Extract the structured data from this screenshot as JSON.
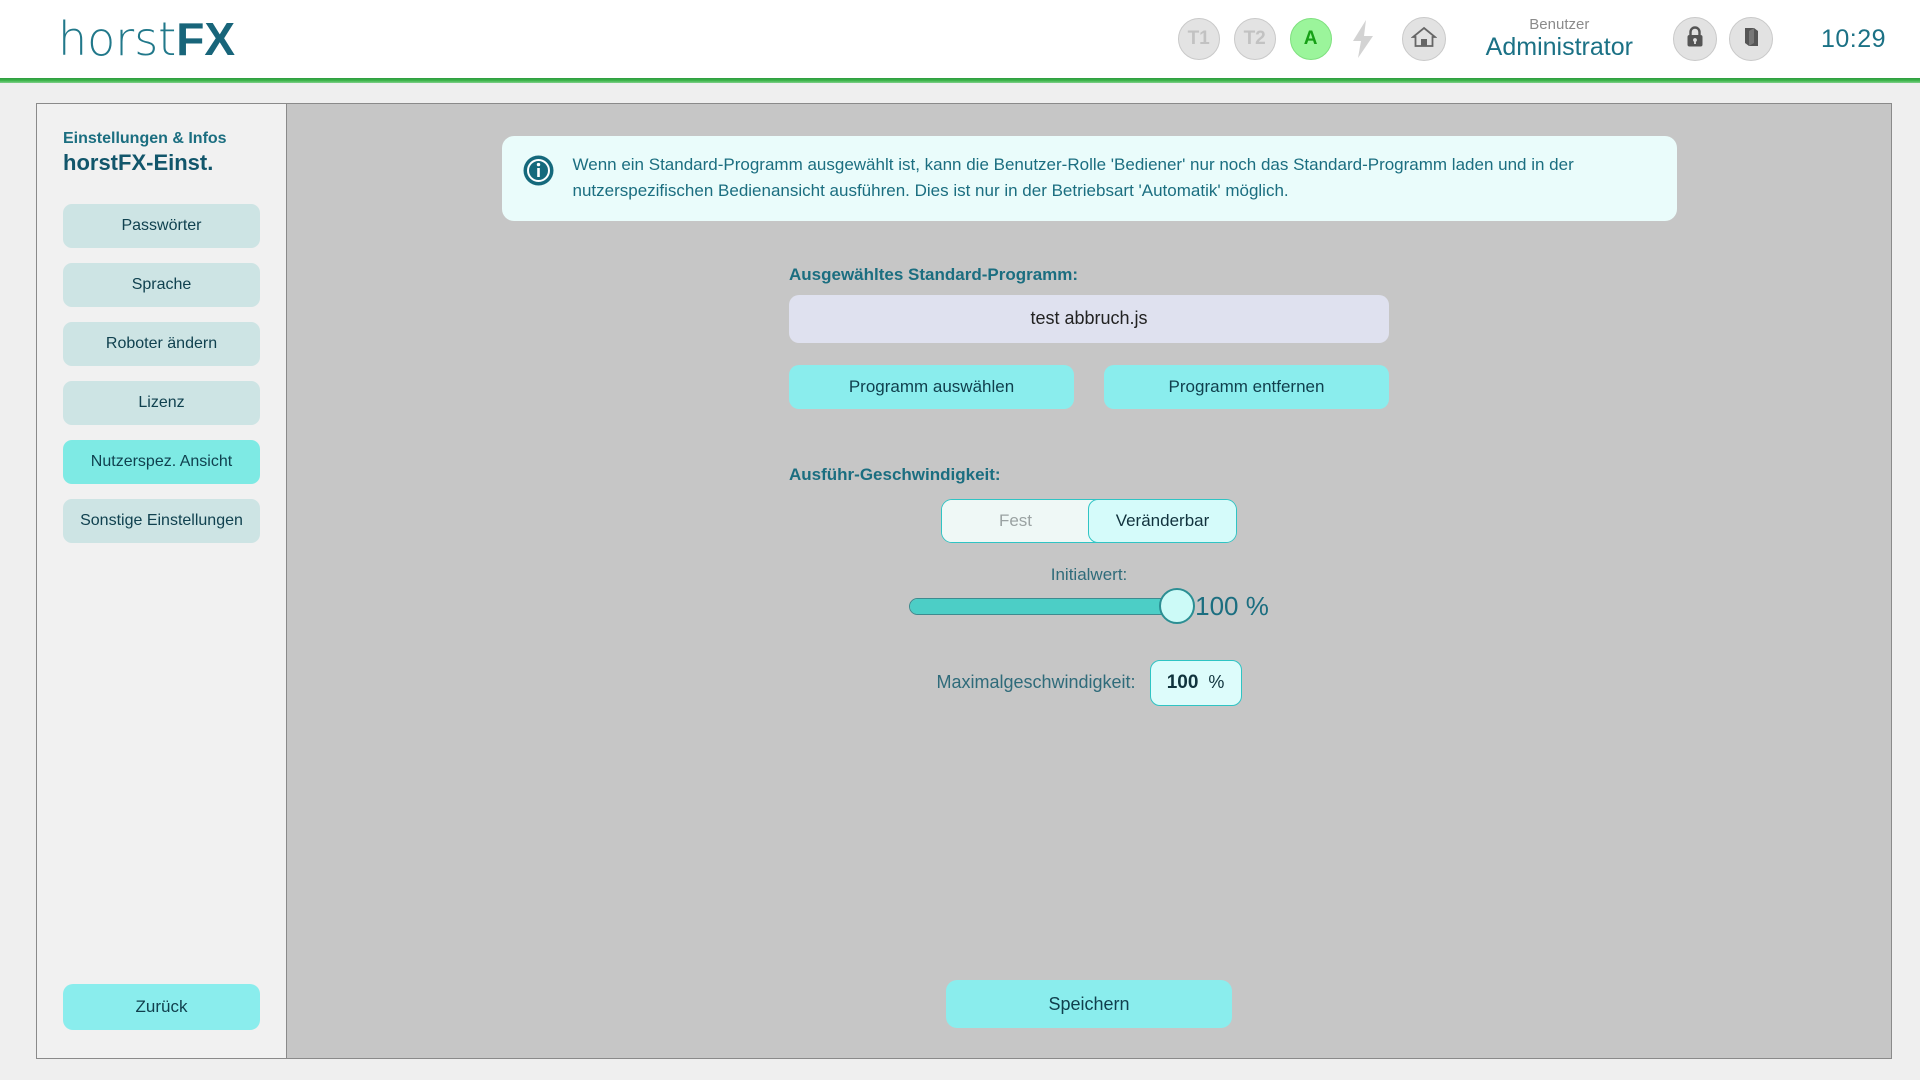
{
  "header": {
    "logo_light": "horst",
    "logo_bold": "FX",
    "modes": [
      {
        "label": "T1",
        "active": false
      },
      {
        "label": "T2",
        "active": false
      },
      {
        "label": "A",
        "active": true
      }
    ],
    "bolt_icon": "lightning-bolt-icon",
    "home_icon": "home-icon",
    "user_label": "Benutzer",
    "user_name": "Administrator",
    "lock_icon": "lock-icon",
    "book_icon": "book-icon",
    "clock": "10:29"
  },
  "sidebar": {
    "title_small": "Einstellungen & Infos",
    "title_big": "horstFX-Einst.",
    "items": [
      {
        "label": "Passwörter",
        "selected": false
      },
      {
        "label": "Sprache",
        "selected": false
      },
      {
        "label": "Roboter ändern",
        "selected": false
      },
      {
        "label": "Lizenz",
        "selected": false
      },
      {
        "label": "Nutzerspez. Ansicht",
        "selected": true
      },
      {
        "label": "Sonstige Einstellungen",
        "selected": false
      }
    ],
    "back_label": "Zurück"
  },
  "main": {
    "info_icon": "info-circle-icon",
    "info_text": "Wenn ein Standard-Programm ausgewählt ist, kann die Benutzer-Rolle 'Bediener' nur noch das Standard-Programm laden und in der nutzerspezifischen Bedienansicht ausführen. Dies ist nur in der Betriebsart 'Automatik' möglich.",
    "program_label": "Ausgewähltes Standard-Programm:",
    "program_value": "test abbruch.js",
    "select_program_label": "Programm auswählen",
    "remove_program_label": "Programm entfernen",
    "speed_label": "Ausführ-Geschwindigkeit:",
    "toggle_fixed": "Fest",
    "toggle_variable": "Veränderbar",
    "toggle_selected": "Veränderbar",
    "initial_value_label": "Initialwert:",
    "initial_value_percent": 100,
    "initial_value_display": "100 %",
    "max_speed_label": "Maximalgeschwindigkeit:",
    "max_speed_value": "100",
    "max_speed_unit": "%",
    "save_label": "Speichern"
  },
  "colors": {
    "accent_teal": "#1b6e80",
    "button_turquoise": "#8aeded",
    "sidebar_item": "#cde4e4",
    "sidebar_item_selected": "#7eeae4",
    "header_rule_green": "#3cb54a",
    "main_bg": "#c6c6c6"
  }
}
